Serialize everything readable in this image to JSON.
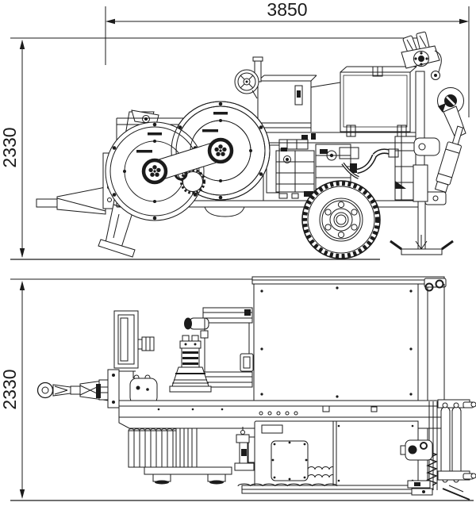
{
  "palette": {
    "line": "#1b1b1b",
    "background": "#ffffff"
  },
  "dimensions": {
    "overall_length": {
      "label": "3850",
      "orientation": "horizontal",
      "view": "side-elevation"
    },
    "overall_height_side": {
      "label": "2330",
      "orientation": "vertical",
      "view": "side-elevation"
    },
    "overall_height_plan": {
      "label": "2330",
      "orientation": "vertical",
      "view": "top-plan"
    }
  }
}
